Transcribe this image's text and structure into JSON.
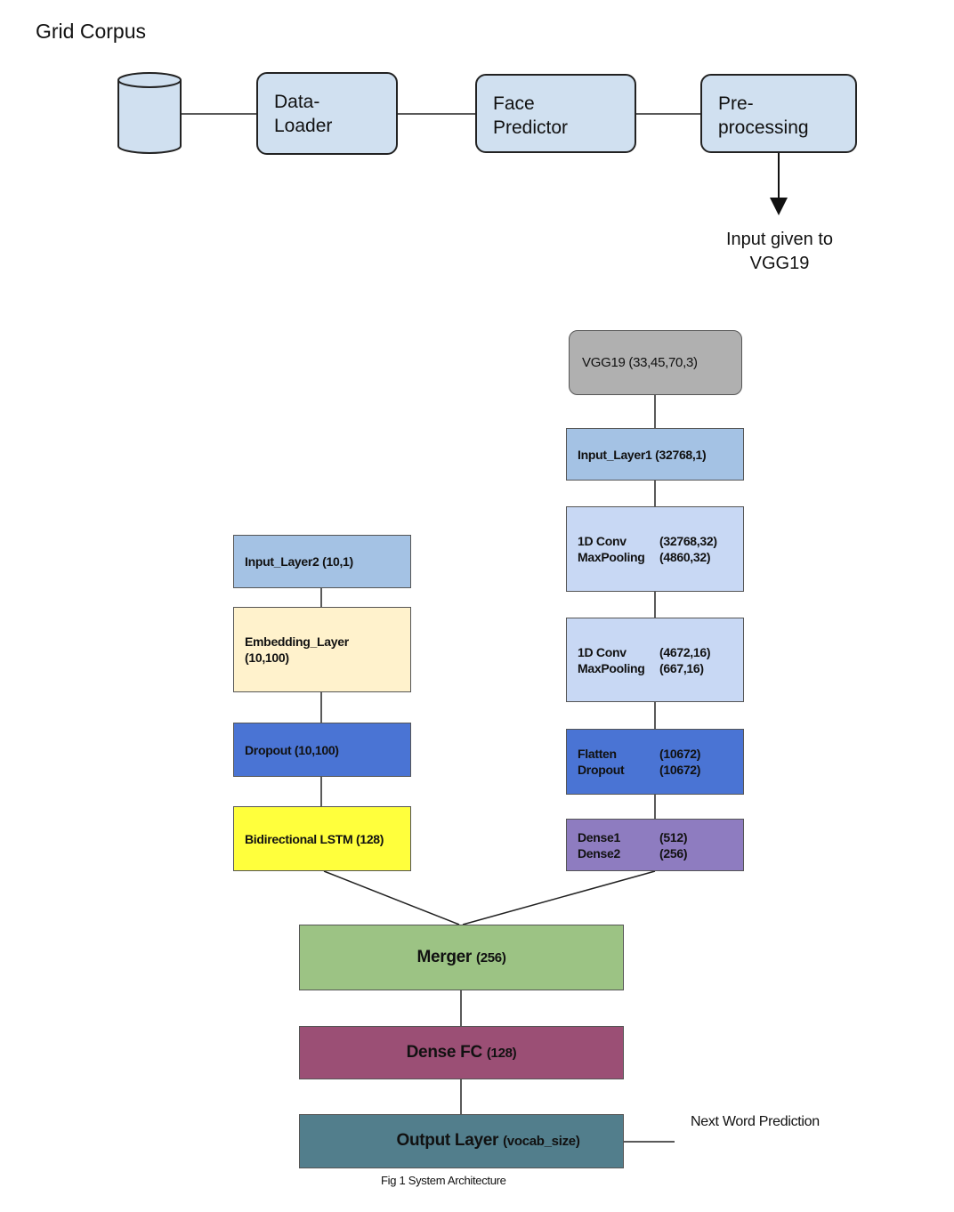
{
  "title": "Grid Corpus",
  "pipeline": {
    "data_loader": [
      "Data-",
      "Loader"
    ],
    "face_predictor": [
      "Face",
      "Predictor"
    ],
    "preprocessing": [
      "Pre-",
      "processing"
    ],
    "output_note": [
      "Input given to",
      "VGG19"
    ]
  },
  "vgg_branch": {
    "vgg19": "VGG19 (33,45,70,3)",
    "input_layer1": "Input_Layer1 (32768,1)",
    "conv_block1": {
      "rows": [
        [
          "1D Conv",
          "(32768,32)"
        ],
        [
          "MaxPooling",
          "(4860,32)"
        ]
      ]
    },
    "conv_block2": {
      "rows": [
        [
          "1D Conv",
          "(4672,16)"
        ],
        [
          "MaxPooling",
          "(667,16)"
        ]
      ]
    },
    "flatten_dropout": {
      "rows": [
        [
          "Flatten",
          "(10672)"
        ],
        [
          "Dropout",
          "(10672)"
        ]
      ]
    },
    "dense": {
      "rows": [
        [
          "Dense1",
          "(512)"
        ],
        [
          "Dense2",
          "(256)"
        ]
      ]
    }
  },
  "text_branch": {
    "input_layer2": "Input_Layer2 (10,1)",
    "embedding": [
      "Embedding_Layer",
      "(10,100)"
    ],
    "dropout": "Dropout (10,100)",
    "lstm": "Bidirectional LSTM (128)"
  },
  "merged": {
    "merger": {
      "name": "Merger",
      "size": "(256)"
    },
    "dense_fc": {
      "name": "Dense FC",
      "size": "(128)"
    },
    "output_layer": {
      "name": "Output Layer",
      "size": "(vocab_size)"
    }
  },
  "side_note": "Next Word Prediction",
  "caption": "Fig 1 System Architecture",
  "colors": {
    "pipeline_box": "#d0e0f0",
    "vgg19": "#b0b0b0",
    "input_layer": "#a4c2e4",
    "conv_block": "#c8d8f4",
    "embedding": "#fff2cc",
    "dropout": "#4a74d4",
    "lstm": "#ffff3c",
    "dense": "#8e7cc0",
    "merger": "#9cc384",
    "dense_fc": "#9b4f75",
    "output_layer": "#527e8c"
  }
}
